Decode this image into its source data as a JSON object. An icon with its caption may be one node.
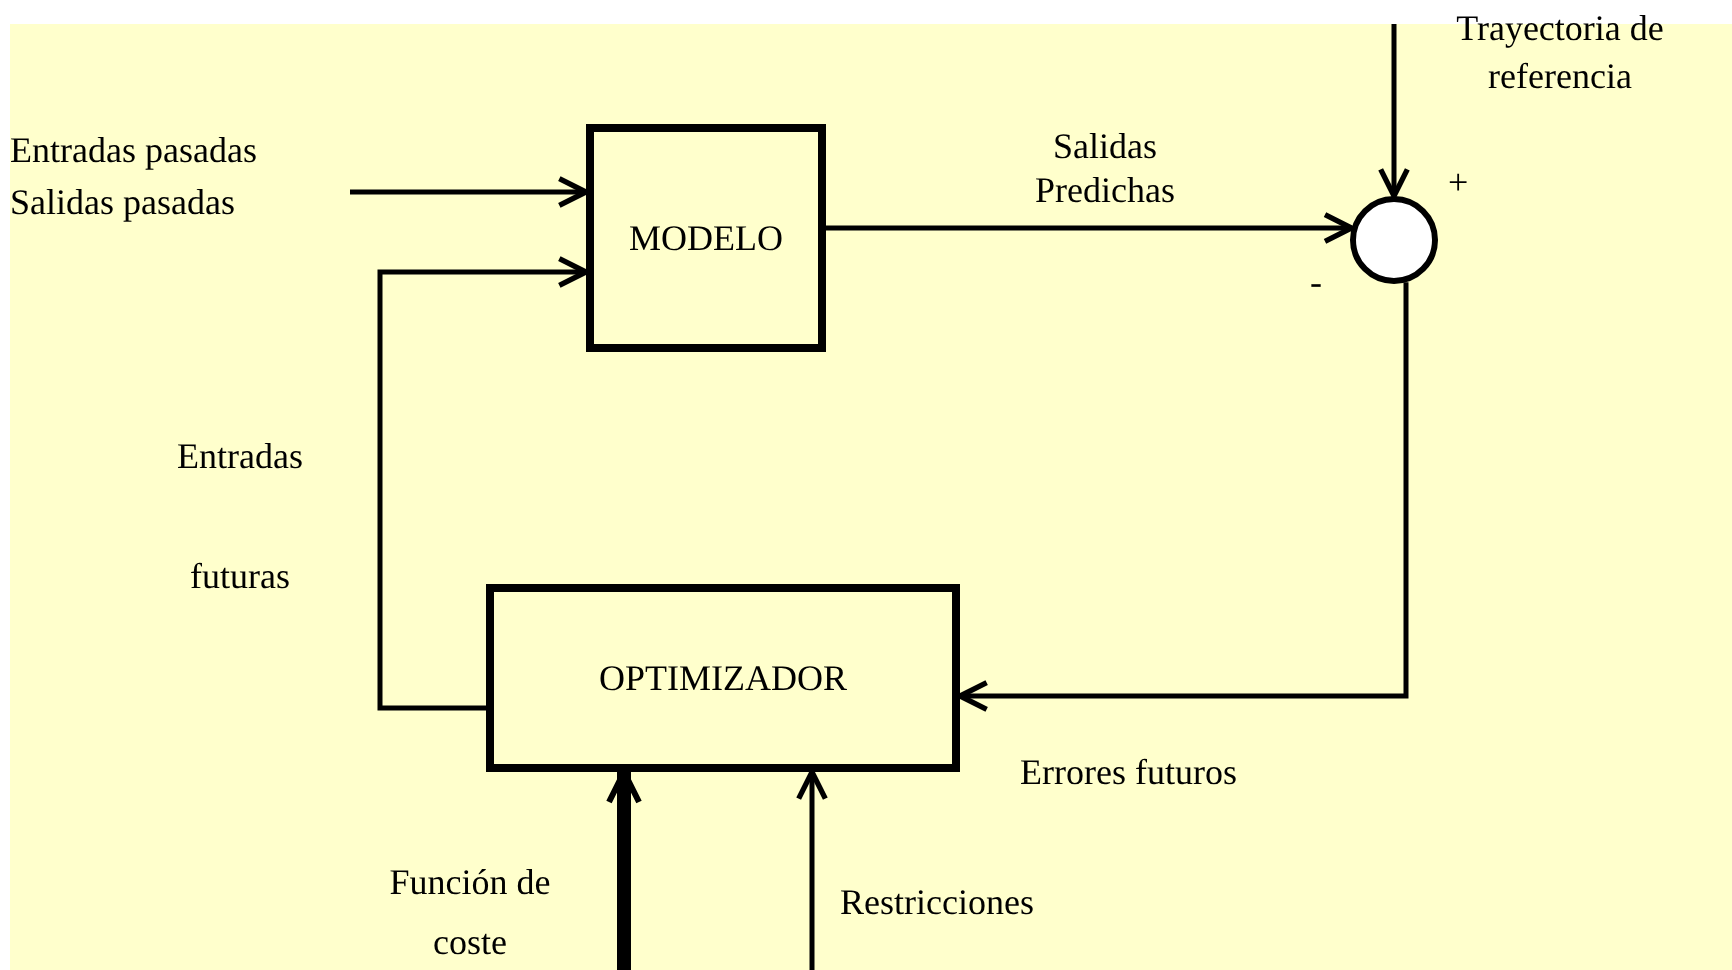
{
  "diagram": {
    "nodes": [
      {
        "text": [
          "MODELO"
        ]
      },
      {
        "text": [
          "OPTIMIZADOR"
        ]
      },
      {
        "text": [],
        "shape": "circle"
      },
      {
        "text": [
          "Entradas pasadas Salidas pasadas"
        ]
      }
    ],
    "edges": [
      {
        "from": 3,
        "to": 0,
        "arrow": "to"
      },
      {
        "from": 0,
        "to": 2,
        "arrow": "to",
        "label": "Salidas Predichas"
      },
      {
        "from": null,
        "to": 2,
        "arrow": "to",
        "label": "Trayectoria de referencia"
      },
      {
        "from": 2,
        "to": 1,
        "arrow": "to",
        "label": "Errores futuros"
      },
      {
        "from": 1,
        "to": 0,
        "arrow": "to",
        "label": "Entradas futuras"
      },
      {
        "from": null,
        "to": 1,
        "arrow": "to",
        "label": "Función de coste",
        "style": "thick"
      },
      {
        "from": null,
        "to": 1,
        "arrow": "to",
        "label": "Restricciones"
      }
    ],
    "labels": [
      "+",
      "-"
    ]
  }
}
